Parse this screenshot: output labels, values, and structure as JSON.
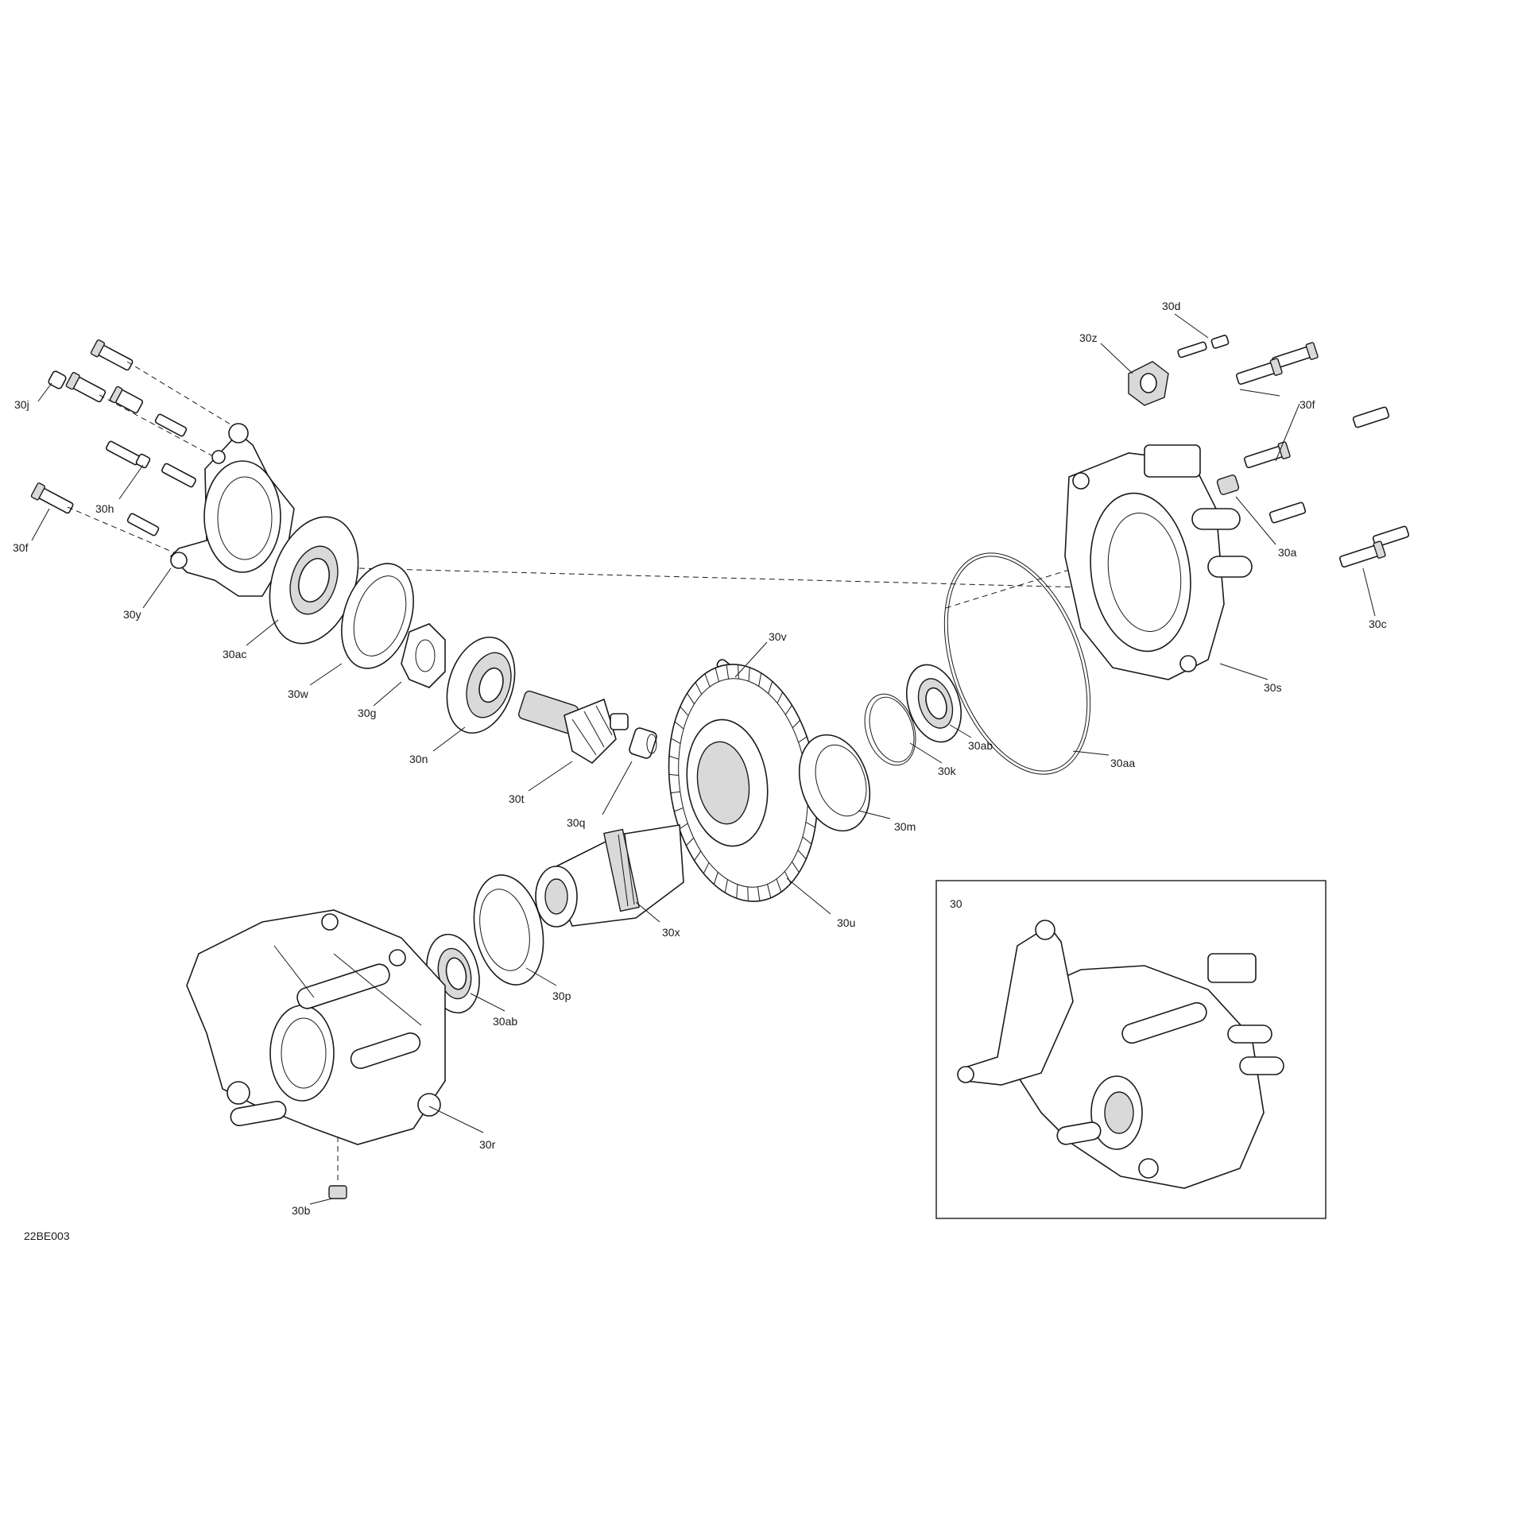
{
  "diagram": {
    "drawing_code": "22BE003",
    "inset_label": "30",
    "callouts": {
      "c30j": "30j",
      "c30h": "30h",
      "c30f_left": "30f",
      "c30y": "30y",
      "c30ac": "30ac",
      "c30w": "30w",
      "c30g": "30g",
      "c30n": "30n",
      "c30t": "30t",
      "c30q": "30q",
      "c30v": "30v",
      "c30x": "30x",
      "c30u": "30u",
      "c30m": "30m",
      "c30k": "30k",
      "c30ab_right": "30ab",
      "c30aa": "30aa",
      "c30s": "30s",
      "c30a": "30a",
      "c30c": "30c",
      "c30f_right": "30f",
      "c30z": "30z",
      "c30d": "30d",
      "c30ab_left": "30ab",
      "c30p": "30p",
      "c30r": "30r",
      "c30b": "30b"
    }
  }
}
